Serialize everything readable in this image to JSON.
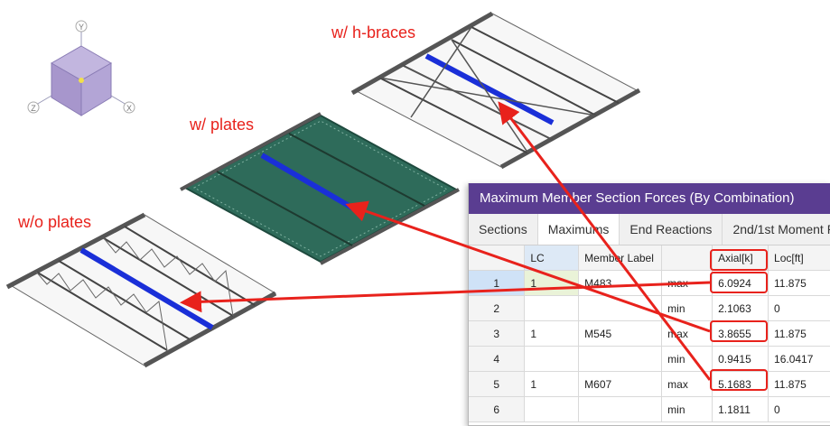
{
  "labels": {
    "h_braces": "w/ h-braces",
    "plates": "w/ plates",
    "no_plates": "w/o plates"
  },
  "view_cube": {
    "axis_y": "Y",
    "axis_x": "X",
    "axis_z": "Z"
  },
  "panel": {
    "title": "Maximum Member Section Forces (By Combination)",
    "tabs": [
      {
        "label": "Sections",
        "active": false
      },
      {
        "label": "Maximums",
        "active": true
      },
      {
        "label": "End Reactions",
        "active": false
      },
      {
        "label": "2nd/1st Moment R",
        "active": false
      }
    ],
    "columns": [
      "",
      "LC",
      "Member Label",
      "",
      "Axial[k]",
      "Loc[ft]"
    ],
    "rows": [
      [
        "1",
        "1",
        "M483",
        "max",
        "6.0924",
        "11.875"
      ],
      [
        "2",
        "",
        "",
        "min",
        "2.1063",
        "0"
      ],
      [
        "3",
        "1",
        "M545",
        "max",
        "3.8655",
        "11.875"
      ],
      [
        "4",
        "",
        "",
        "min",
        "0.9415",
        "16.0417"
      ],
      [
        "5",
        "1",
        "M607",
        "max",
        "5.1683",
        "11.875"
      ],
      [
        "6",
        "",
        "",
        "min",
        "1.1811",
        "0"
      ]
    ]
  },
  "colors": {
    "annotation": "#e8221c",
    "title_bar": "#5a3d91",
    "highlight_member": "#1a2fd8",
    "steel": "#444444",
    "plate": "#2e6b5a"
  }
}
